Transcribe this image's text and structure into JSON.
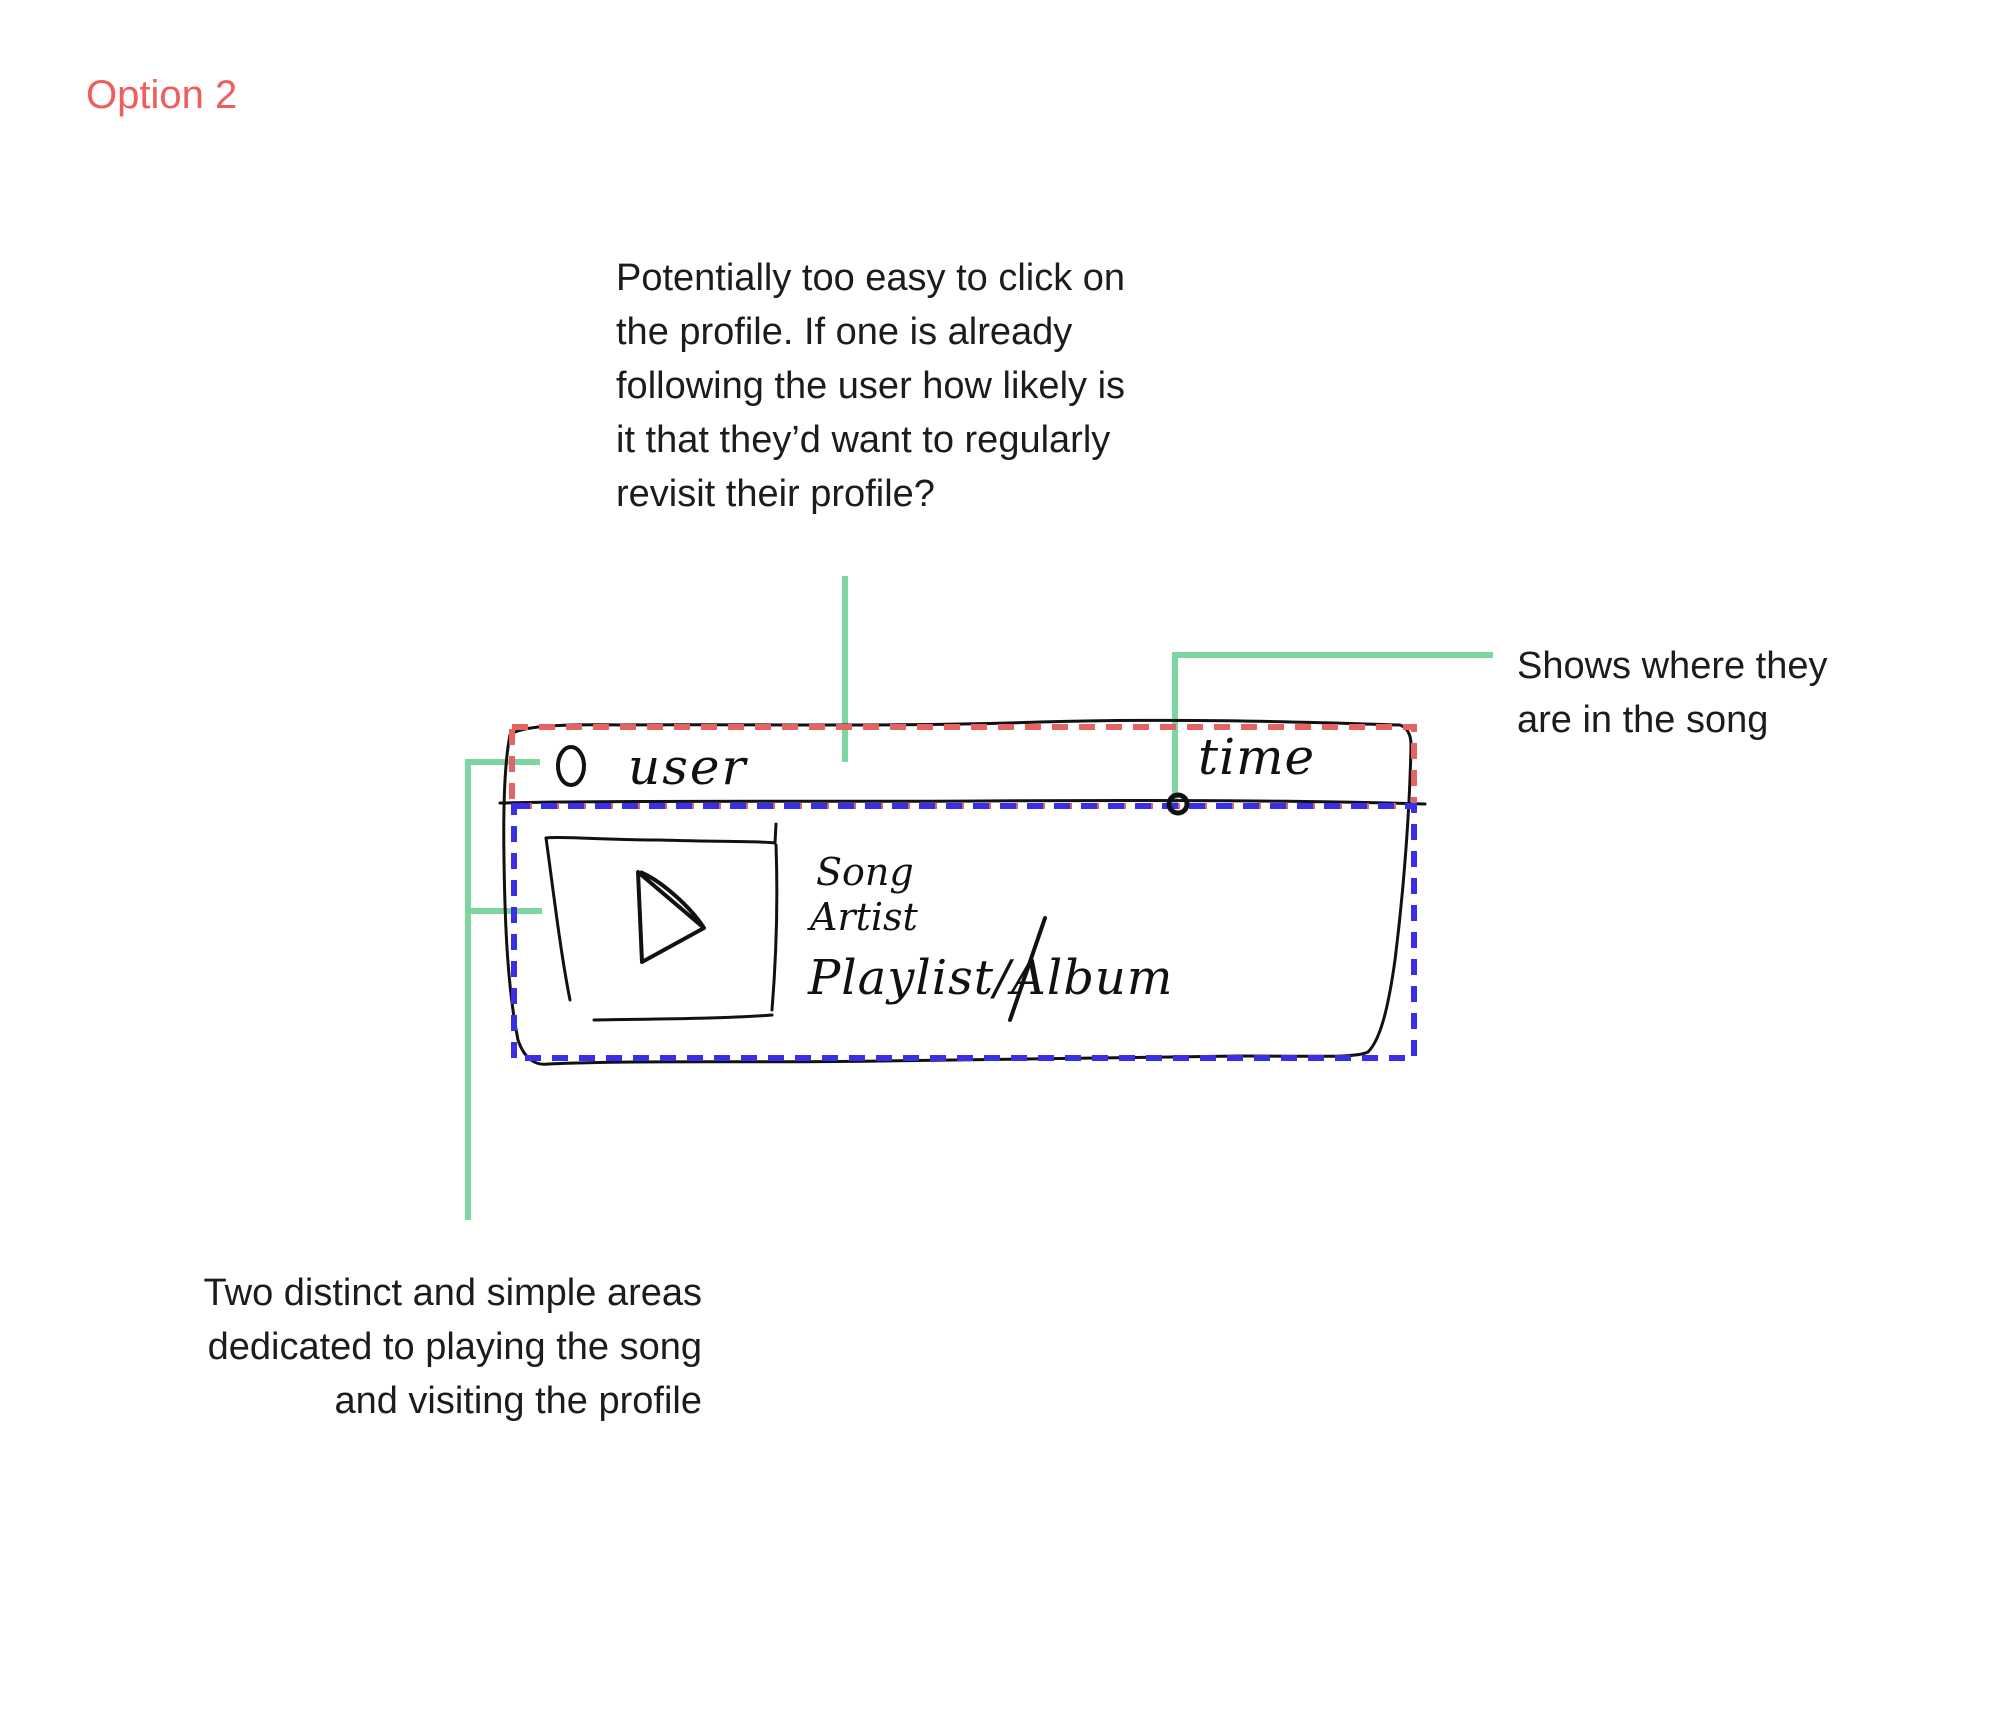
{
  "title": "Option 2",
  "annotations": {
    "profile_note": "Potentially too easy to click on\nthe profile. If one is already\nfollowing the user how likely is\nit that they’d want to regularly\nrevisit their profile?",
    "progress_note": "Shows where they\nare in the song",
    "areas_note": "Two distinct and simple areas\ndedicated to playing the song\nand visiting the profile"
  },
  "sketch": {
    "user_label": "user",
    "time_label": "time",
    "song_label": "Song",
    "artist_label": "Artist",
    "playlist_label": "Playlist/Album",
    "play_icon": "play-triangle-icon"
  },
  "colors": {
    "title": "#ef5d5d",
    "profile_area_outline": "#e46464",
    "play_area_outline": "#3a2ee6",
    "callout_lines": "#7dd6a0",
    "sketch_ink": "#111111"
  }
}
